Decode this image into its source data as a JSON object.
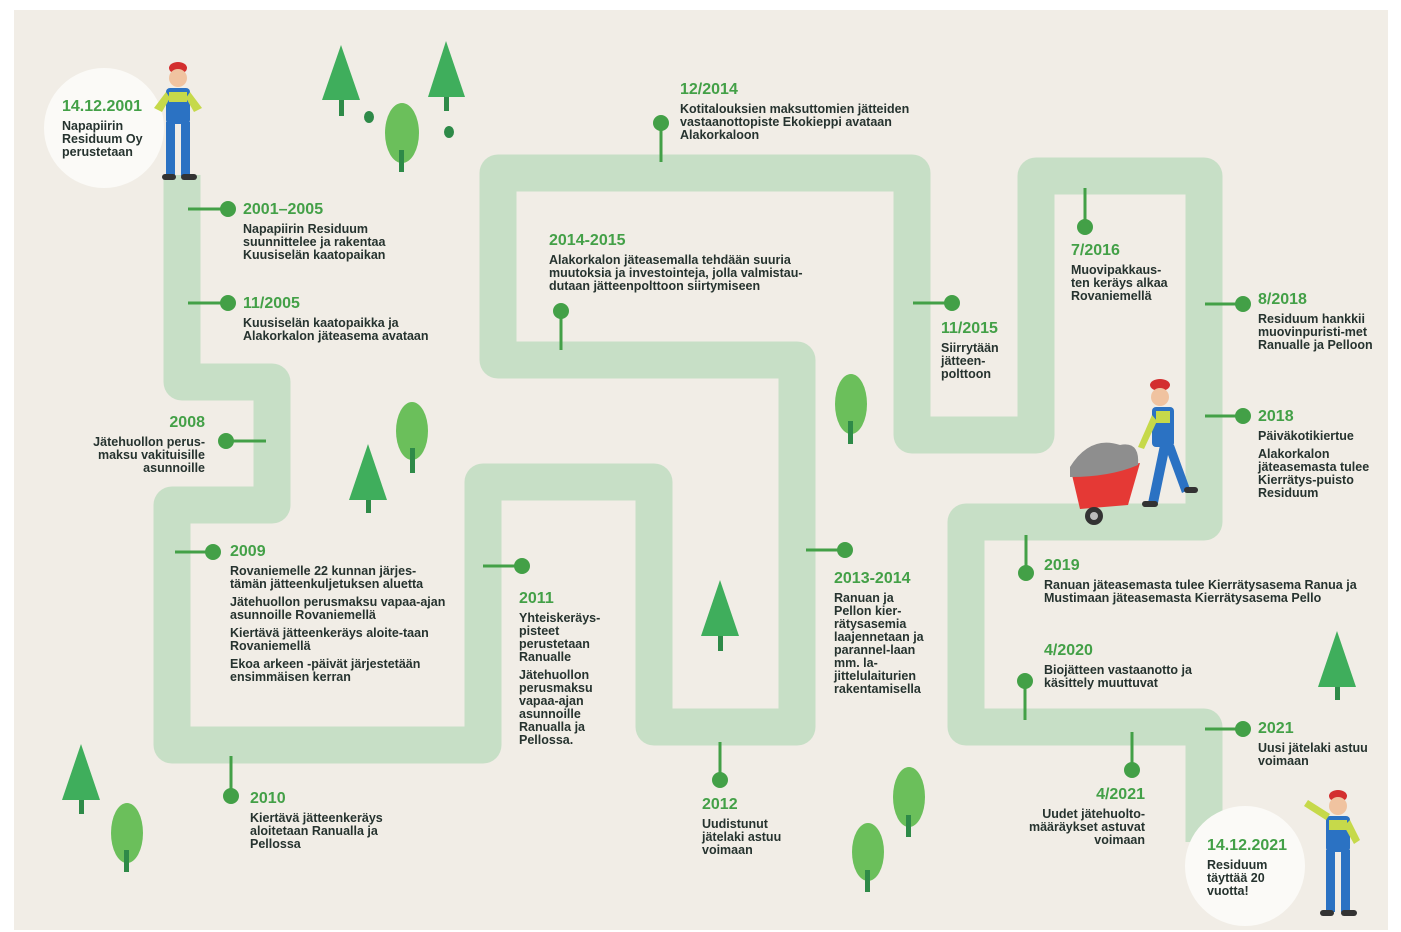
{
  "events": [
    {
      "date": "14.12.2001",
      "texts": [
        "Napapiirin Residuum Oy perustetaan"
      ]
    },
    {
      "date": "2001–2005",
      "texts": [
        "Napapiirin Residuum suunnittelee ja rakentaa Kuusiselän kaatopaikan"
      ]
    },
    {
      "date": "11/2005",
      "texts": [
        "Kuusiselän kaatopaikka ja Alakorkalon jäteasema avataan"
      ]
    },
    {
      "date": "2008",
      "texts": [
        "Jätehuollon perus-maksu vakituisille asunnoille"
      ]
    },
    {
      "date": "2009",
      "texts": [
        "Rovaniemelle 22 kunnan järjes-tämän jätteenkuljetuksen aluetta",
        "Jätehuollon perusmaksu vapaa-ajan asunnoille Rovaniemellä",
        "Kiertävä jätteenkeräys aloite-taan Rovaniemellä",
        "Ekoa arkeen -päivät järjestetään ensimmäisen kerran"
      ]
    },
    {
      "date": "2010",
      "texts": [
        "Kiertävä jätteenkeräys aloitetaan Ranualla ja Pellossa"
      ]
    },
    {
      "date": "2011",
      "texts": [
        "Yhteiskeräys-pisteet perustetaan Ranualle",
        "Jätehuollon perusmaksu vapaa-ajan asunnoille Ranualla ja Pellossa."
      ]
    },
    {
      "date": "2014-2015",
      "texts": [
        "Alakorkalon jäteasemalla tehdään suuria muutoksia ja investointeja, jolla valmistau-dutaan jätteenpolttoon siirtymiseen"
      ]
    },
    {
      "date": "12/2014",
      "texts": [
        "Kotitalouksien maksuttomien jätteiden vastaanottopiste Ekokieppi avataan Alakorkaloon"
      ]
    },
    {
      "date": "2012",
      "texts": [
        "Uudistunut jätelaki astuu voimaan"
      ]
    },
    {
      "date": "2013-2014",
      "texts": [
        "Ranuan ja Pellon kier-rätysasemia laajennetaan ja parannel-laan mm. la-jittelulaiturien rakentamisella"
      ]
    },
    {
      "date": "11/2015",
      "texts": [
        "Siirrytään jätteen-polttoon"
      ]
    },
    {
      "date": "7/2016",
      "texts": [
        "Muovipakkaus-ten keräys alkaa Rovaniemellä"
      ]
    },
    {
      "date": "8/2018",
      "texts": [
        "Residuum hankkii muovinpuristi-met Ranualle ja Pelloon"
      ]
    },
    {
      "date": "2018",
      "texts": [
        "Päiväkotikiertue",
        "Alakorkalon jäteasemasta tulee Kierrätys-puisto Residuum"
      ]
    },
    {
      "date": "2019",
      "texts": [
        "Ranuan jäteasemasta tulee Kierrätysasema Ranua ja Mustimaan jäteasemasta Kierrätysasema Pello"
      ]
    },
    {
      "date": "4/2020",
      "texts": [
        "Biojätteen vastaanotto ja käsittely muuttuvat"
      ]
    },
    {
      "date": "4/2021",
      "texts": [
        "Uudet jätehuolto-määräykset astuvat voimaan"
      ]
    },
    {
      "date": "2021",
      "texts": [
        "Uusi jätelaki astuu voimaan"
      ]
    },
    {
      "date": "14.12.2021",
      "texts": [
        "Residuum täyttää 20 vuotta!"
      ]
    }
  ],
  "colors": {
    "accent": "#43a047",
    "road": "#c7dfc6",
    "background": "#f1ede6",
    "text": "#26332f"
  }
}
